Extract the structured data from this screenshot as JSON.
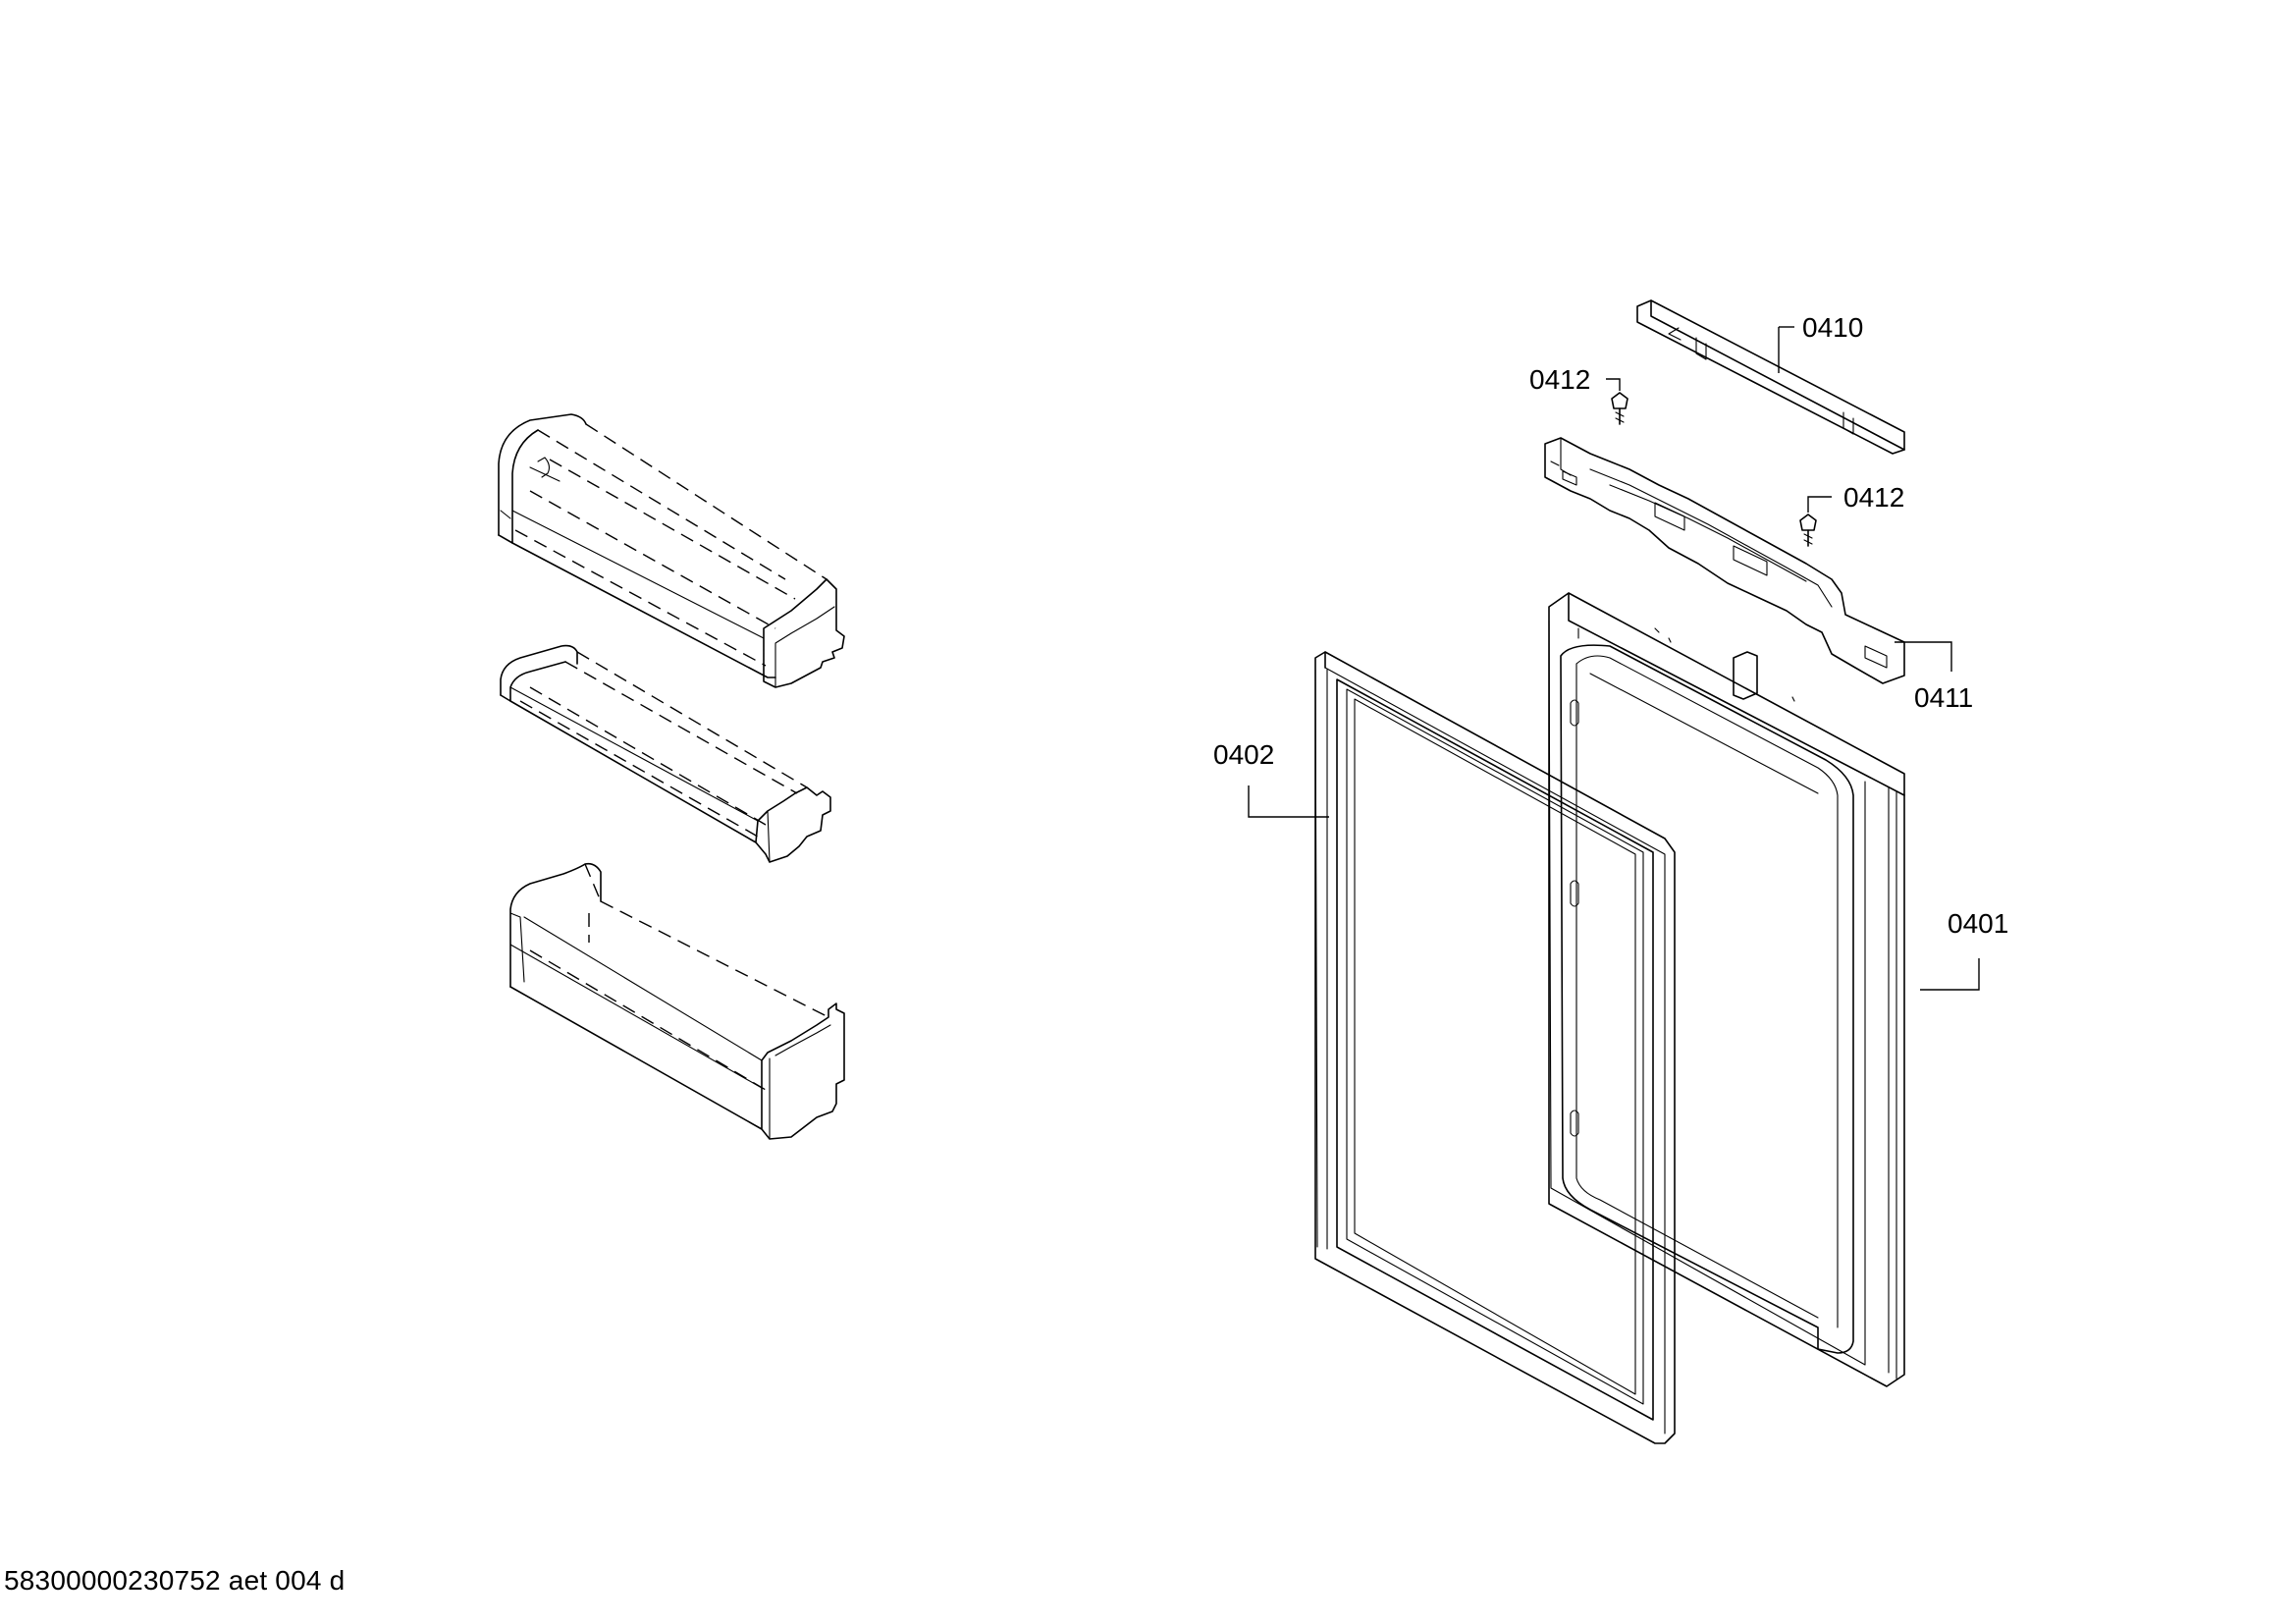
{
  "diagram": {
    "document_id": "58300000230752 aet 004 d",
    "labels": {
      "p0410": "0410",
      "p0412_top": "0412",
      "p0412_mid": "0412",
      "p0411": "0411",
      "p0402": "0402",
      "p0401": "0401"
    }
  }
}
